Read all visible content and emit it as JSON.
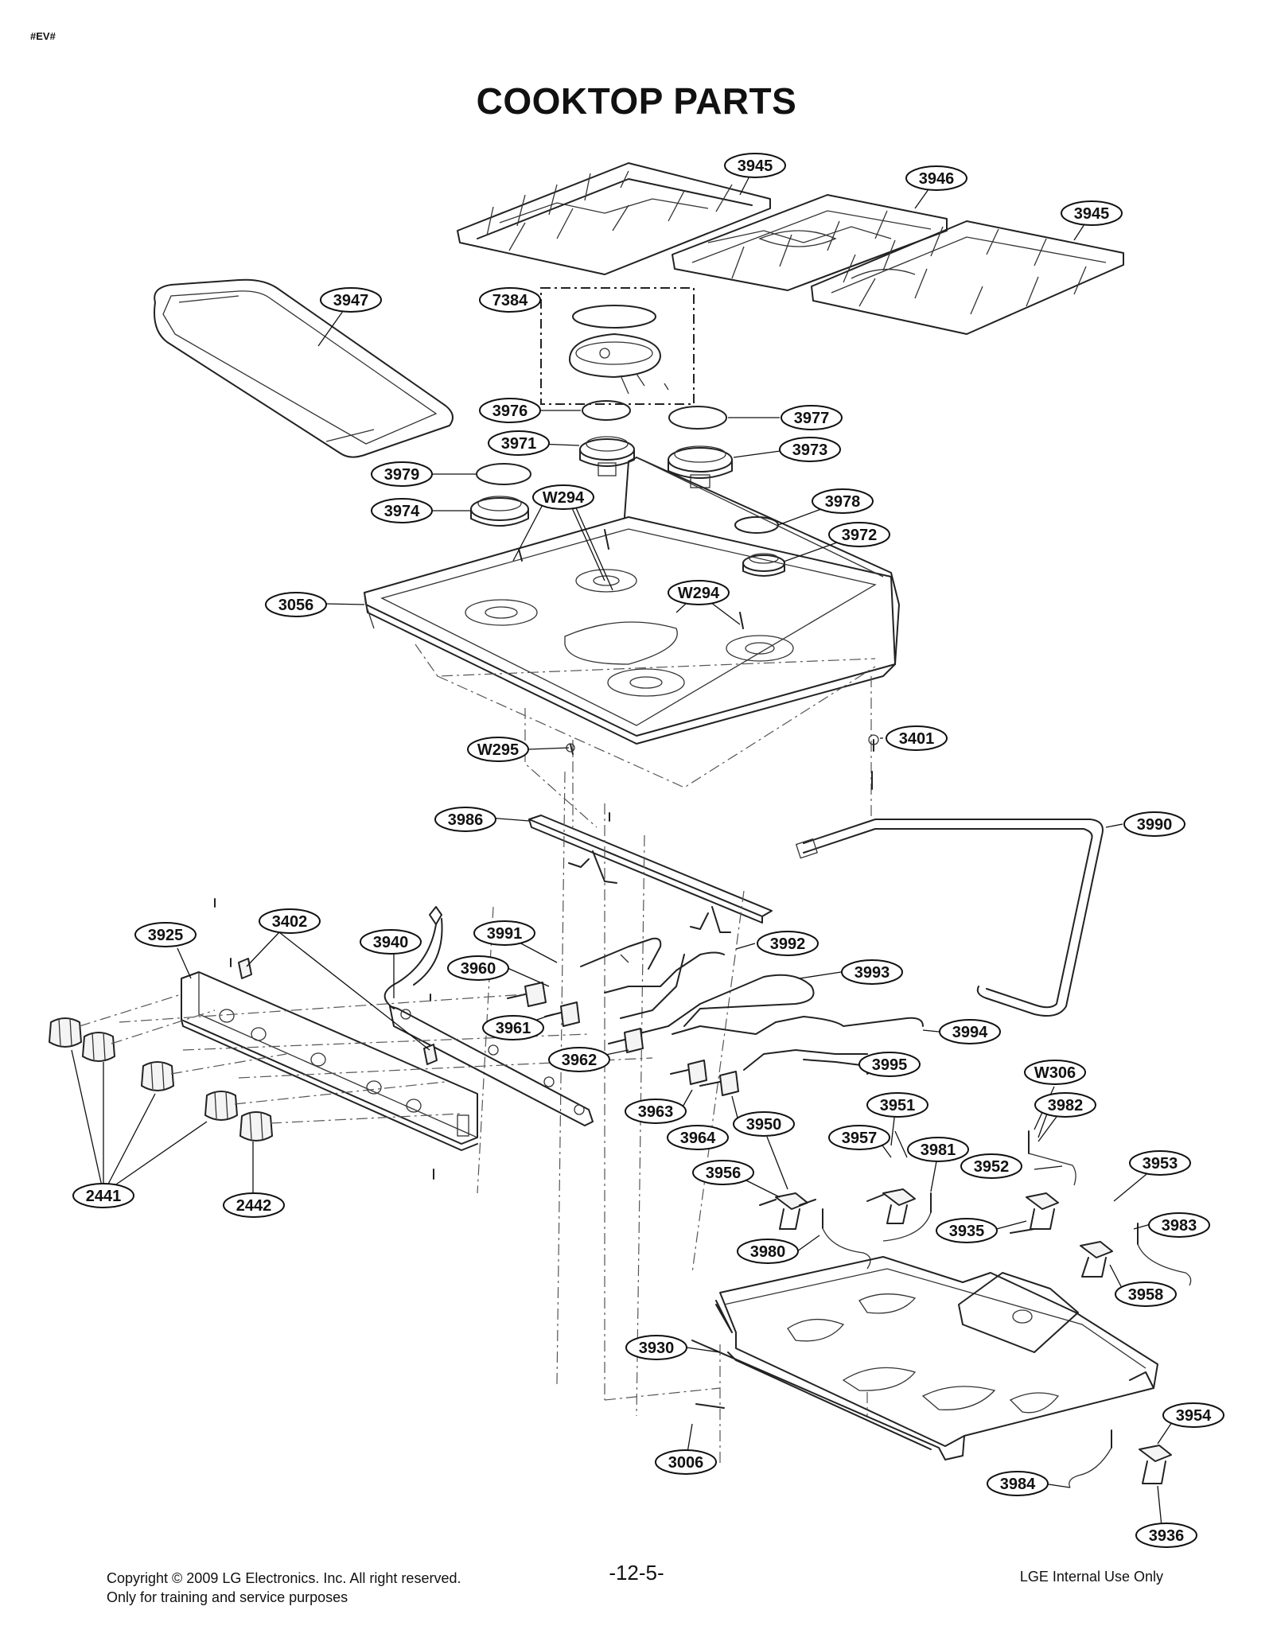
{
  "doc_tag": "#EV#",
  "title": "COOKTOP PARTS",
  "callouts": [
    "3945",
    "3946",
    "3945",
    "3947",
    "7384",
    "3976",
    "3977",
    "3971",
    "3973",
    "3979",
    "W294",
    "3978",
    "3974",
    "3972",
    "3056",
    "W294",
    "W295",
    "3401",
    "3986",
    "3990",
    "3402",
    "3925",
    "3940",
    "3991",
    "3992",
    "3960",
    "3993",
    "3961",
    "3994",
    "3962",
    "3995",
    "W306",
    "3951",
    "3982",
    "3963",
    "3950",
    "3957",
    "3964",
    "3981",
    "3953",
    "3952",
    "3956",
    "3983",
    "2441",
    "2442",
    "3935",
    "3980",
    "3958",
    "3930",
    "3954",
    "3006",
    "3984",
    "3936"
  ],
  "footer": {
    "copyright": "Copyright © 2009 LG Electronics. Inc. All right reserved.",
    "training": "Only for training and service purposes",
    "page_number": "-12-5-",
    "internal": "LGE Internal Use Only"
  }
}
